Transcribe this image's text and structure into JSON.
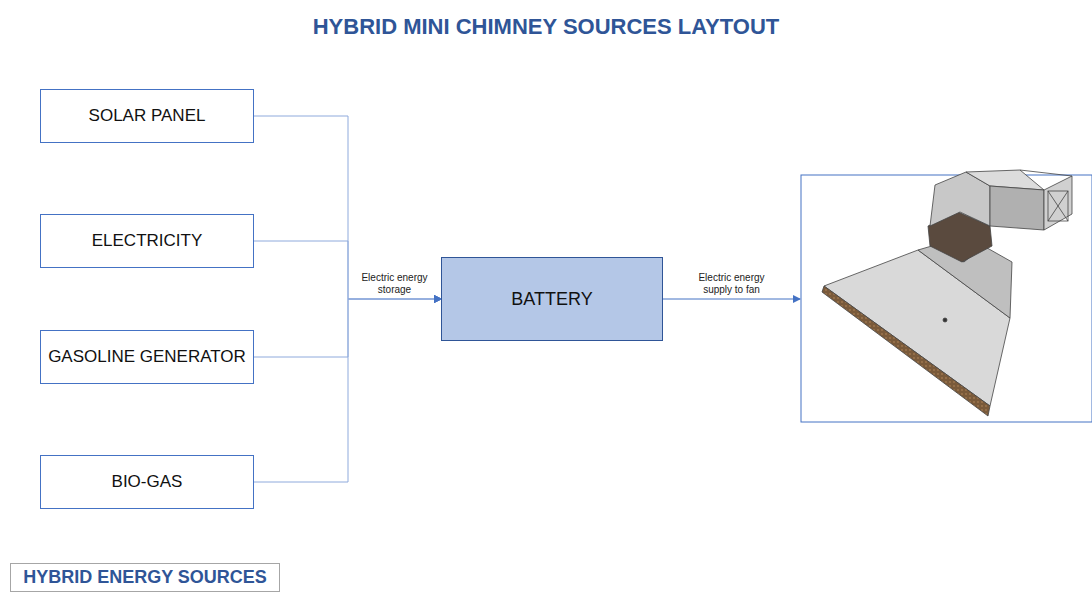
{
  "diagram": {
    "title": "HYBRID MINI CHIMNEY SOURCES LAYTOUT",
    "nodes": [
      {
        "text": [
          "SOLAR PANEL"
        ]
      },
      {
        "text": [
          "ELECTRICITY"
        ]
      },
      {
        "text": [
          "GASOLINE GENERATOR"
        ]
      },
      {
        "text": [
          "BIO-GAS"
        ]
      },
      {
        "text": [
          "BATTERY"
        ]
      },
      {
        "text": [
          "HYBRID ENERGY SOURCES"
        ]
      }
    ],
    "edges": [
      {
        "from": 0,
        "to": 4,
        "arrow": "to",
        "label": "Electric energy storage"
      },
      {
        "from": 1,
        "to": 4,
        "arrow": "to"
      },
      {
        "from": 2,
        "to": 4,
        "arrow": "to"
      },
      {
        "from": 3,
        "to": 4,
        "arrow": "to"
      }
    ],
    "labels": [
      "Electric energy supply to fan"
    ]
  }
}
